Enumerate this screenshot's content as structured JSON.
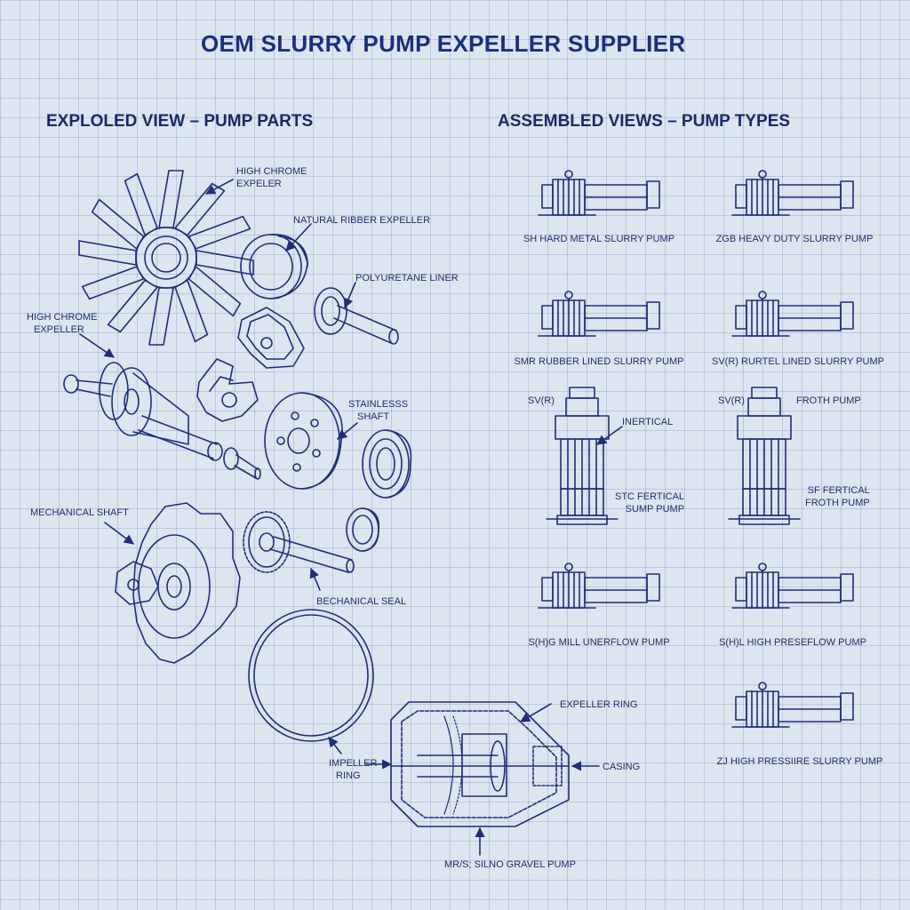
{
  "title": "OEM SLURRY PUMP EXPELLER SUPPLIER",
  "sections": {
    "exploded": "EXPLOLED VIEW – PUMP PARTS",
    "assembled": "ASSEMBLED VIEWS – PUMP TYPES"
  },
  "parts": {
    "high_chrome_l1": "HIGH CHROME",
    "high_chrome_l2": "EXPELER",
    "natural_rubber": "NATURAL RIBBER EXPELLER",
    "polyurethane": "POLYURETANE LINER",
    "high_chrome2_l1": "HIGH CHROME",
    "high_chrome2_l2": "EXPELLER",
    "stainless_l1": "STAINLESSS",
    "stainless_l2": "SHAFT",
    "mechanical_shaft": "MECHANICAL SHAFT",
    "mechanical_seal": "BECHANICAL SEAL",
    "impeller_ring_l1": "IMPELLER",
    "impeller_ring_l2": "RING",
    "expeller_ring": "EXPELLER RING",
    "casing": "CASING",
    "gravel_pump": "MR/S; SILNO GRAVEL PUMP"
  },
  "pumps": {
    "sh_hard_metal": "SH HARD METAL SLURRY PUMP",
    "zgb_heavy": "ZGB HEAVY DUTY SLURRY PUMP",
    "smr_rubber": "SMR RUBBER LINED SLURRY PUMP",
    "svr_rubber": "SV(R) RURTEL LINED SLURRY PUMP",
    "svr_left": "SV(R)",
    "inertical": "INERTICAL",
    "stc_l1": "STC FERTICAL",
    "stc_l2": "SUMP PUMP",
    "svr_right": "SV(R)",
    "froth": "FROTH PUMP",
    "sf_l1": "SF FERTICAL",
    "sf_l2": "FROTH PUMP",
    "shg_mill": "S(H)G MILL UNERFLOW PUMP",
    "shl_high": "S(H)L HIGH PRESEFLOW PUMP",
    "zj_high": "ZJ HIGH PRESSIIRE SLURRY PUMP"
  }
}
